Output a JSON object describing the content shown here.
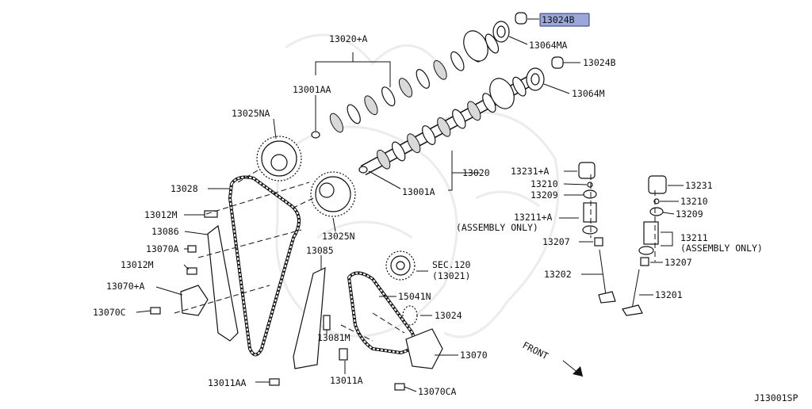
{
  "highlight_color": "#9aa7d8",
  "watermark_icon": "samurai-helmet-watermark",
  "diagram_id": "J13001SP",
  "front_label": "FRONT",
  "labels": {
    "p13024B_top": "13024B",
    "p13064MA": "13064MA",
    "p13024B": "13024B",
    "p13064M": "13064M",
    "p13020A": "13020+A",
    "p13001AA": "13001AA",
    "p13025NA": "13025NA",
    "p13020": "13020",
    "p13001A": "13001A",
    "p13028": "13028",
    "p13025N": "13025N",
    "p13012M_top": "13012M",
    "p13086": "13086",
    "p13070A": "13070A",
    "p13012M": "13012M",
    "p13070pA": "13070+A",
    "p13070C": "13070C",
    "p13085": "13085",
    "sec120": "SEC.120",
    "sec120_sub": "(13021)",
    "p15041N": "15041N",
    "p13024": "13024",
    "p13081M": "13081M",
    "p13070": "13070",
    "p13011AA": "13011AA",
    "p13011A": "13011A",
    "p13070CA": "13070CA",
    "p13231A": "13231+A",
    "p13210_l": "13210",
    "p13209_l": "13209",
    "p13211A": "13211+A",
    "assembly_only_l": "(ASSEMBLY ONLY)",
    "p13207_l": "13207",
    "p13202": "13202",
    "p13231": "13231",
    "p13210_r": "13210",
    "p13209_r": "13209",
    "p13211": "13211",
    "assembly_only_r": "(ASSEMBLY ONLY)",
    "p13207_r": "13207",
    "p13201": "13201"
  }
}
